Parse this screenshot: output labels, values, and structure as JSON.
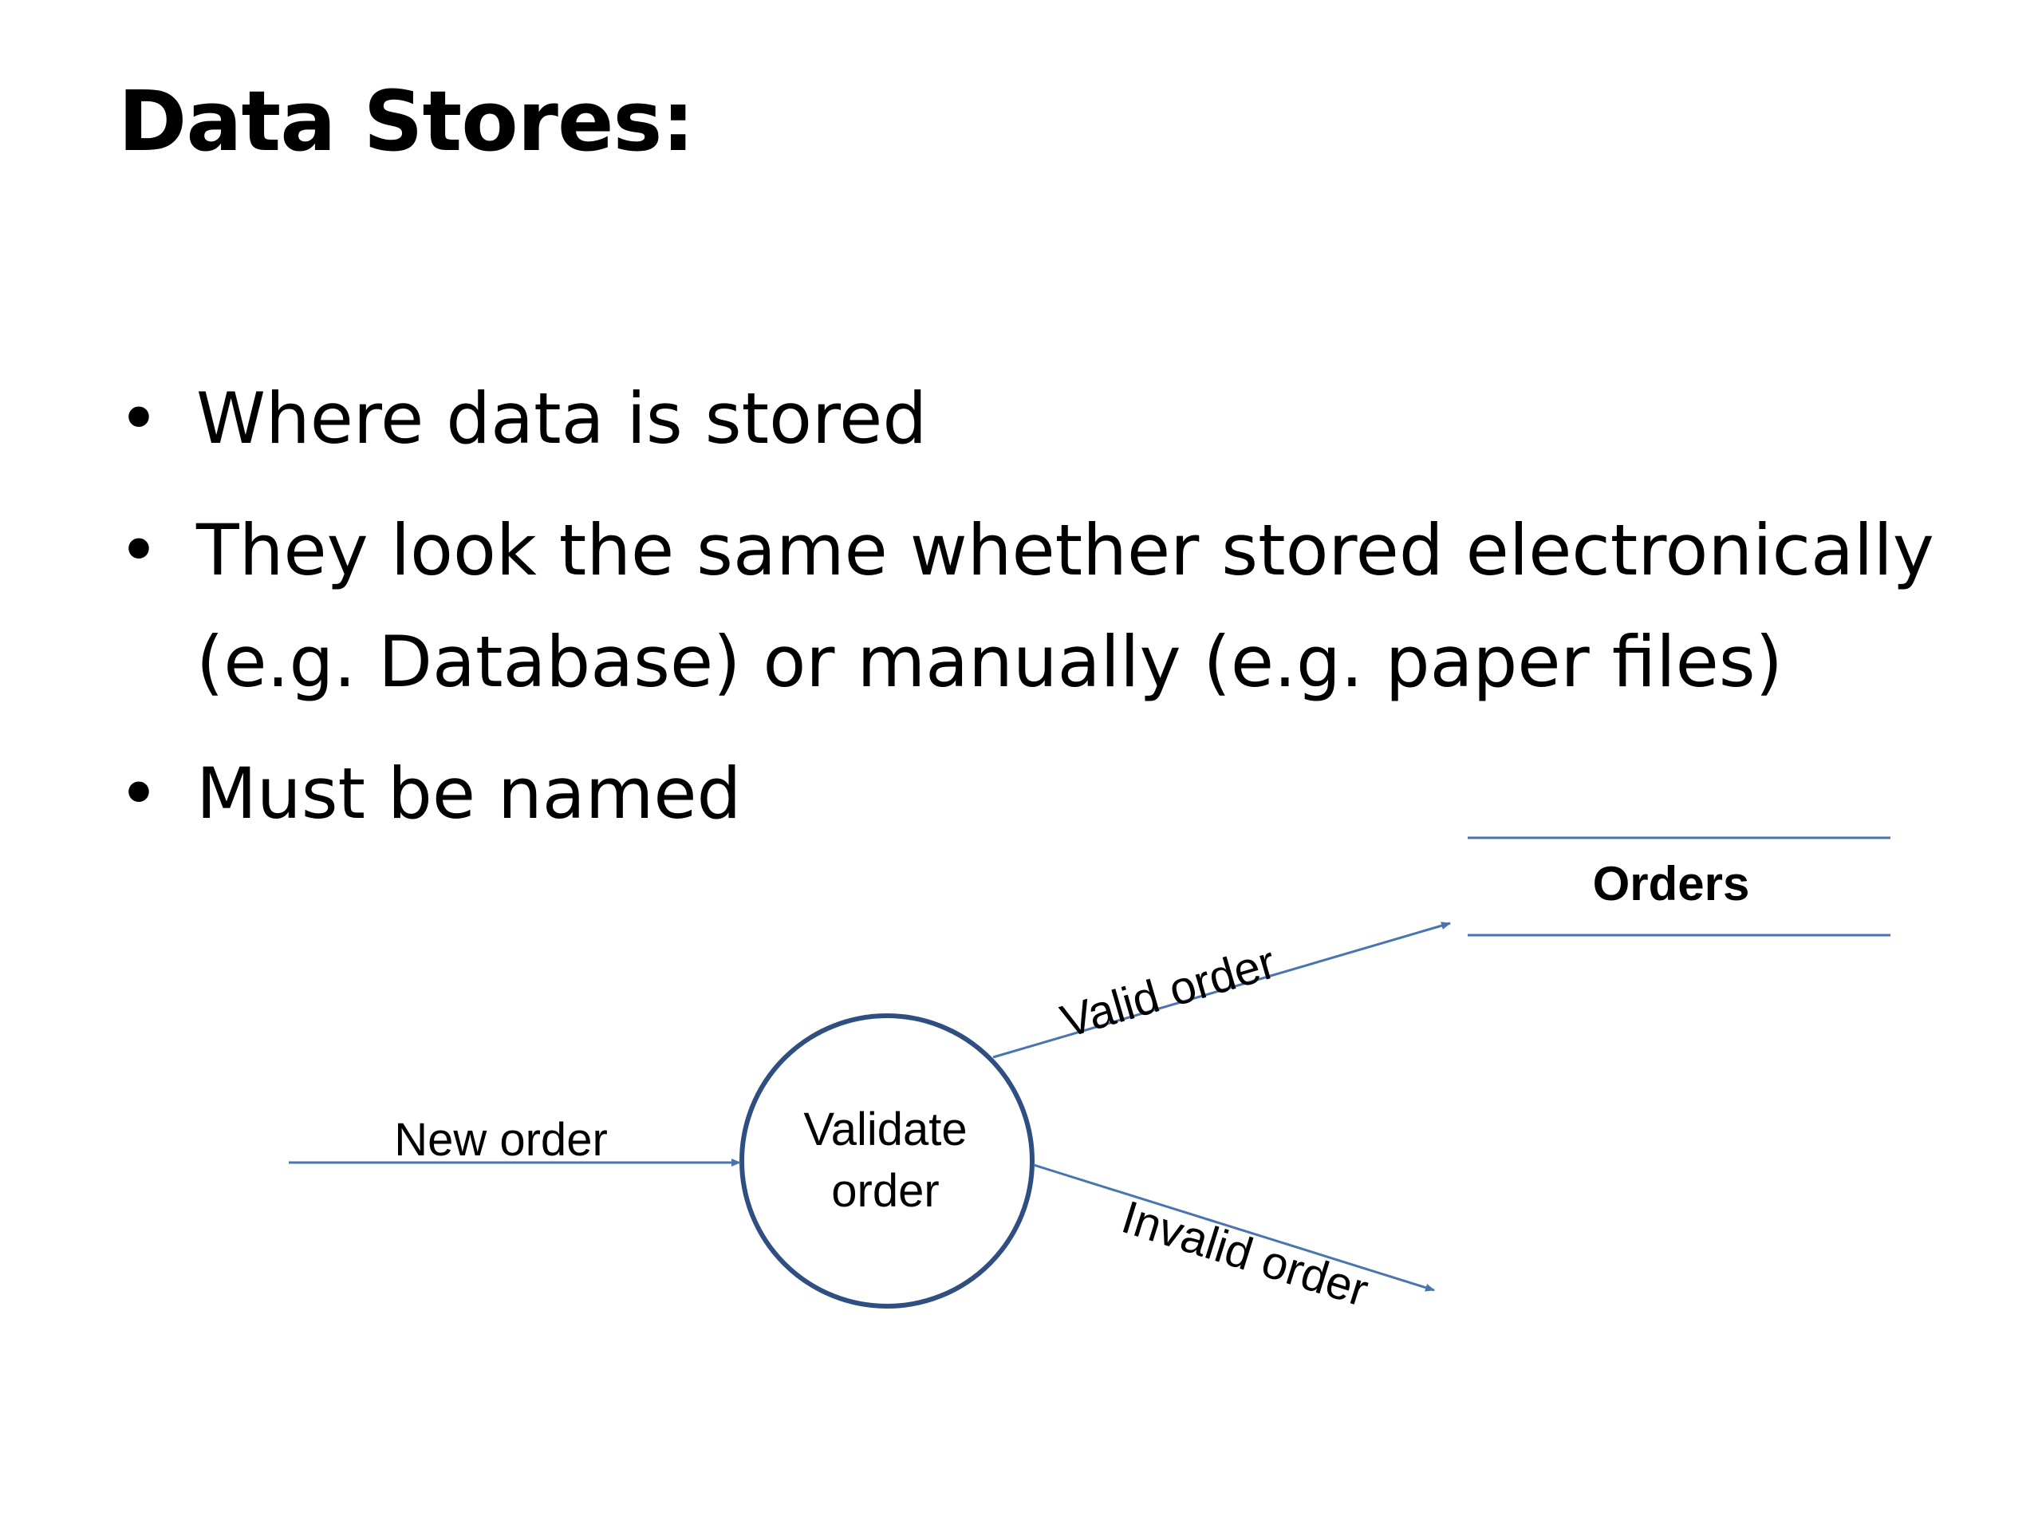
{
  "slide": {
    "title": "Data Stores:",
    "bullets": [
      "Where data is stored",
      "They look the same whether stored electronically (e.g. Database) or manually (e.g. paper files)",
      "Must be named"
    ]
  },
  "diagram": {
    "process_label_line1": "Validate",
    "process_label_line2": "order",
    "store_label": "Orders",
    "flows": {
      "incoming": "New order",
      "valid": "Valid order",
      "invalid": "Invalid order"
    },
    "line_color": "#4a74b0",
    "circle_color": "#2e4f7f"
  }
}
